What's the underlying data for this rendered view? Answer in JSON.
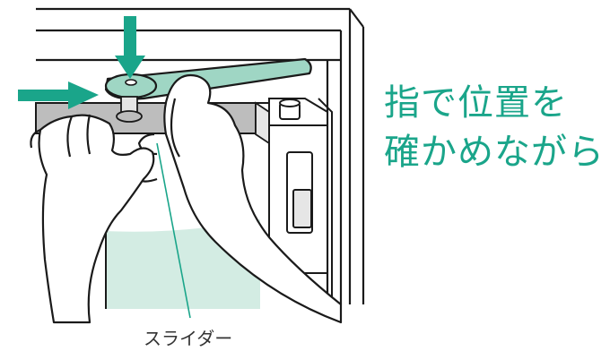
{
  "caption": {
    "line1": "指で位置を",
    "line2": "確かめながら"
  },
  "labels": {
    "slider": "スライダー"
  },
  "colors": {
    "accent": "#1aa58a",
    "slider_fill": "#9fd6c4",
    "water_fill": "#d3ece3",
    "outline": "#1a1a1a",
    "shadow": "#bdbdbd"
  },
  "icons": {
    "down_arrow": "down-arrow-icon",
    "right_arrow": "right-arrow-icon"
  }
}
